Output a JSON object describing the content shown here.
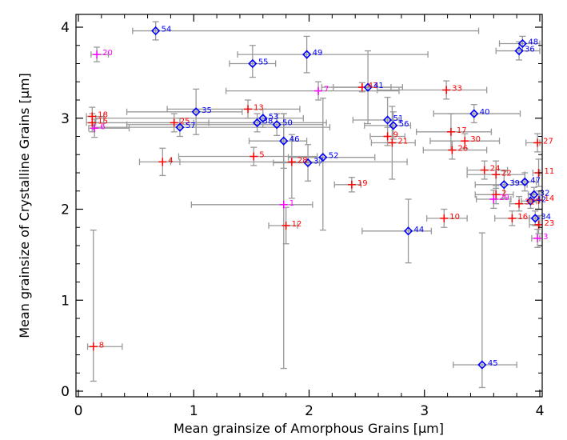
{
  "chart_data": {
    "type": "scatter",
    "title": "",
    "xlabel": "Mean grainsize of Amorphous Grains [μm]",
    "ylabel": "Mean grainsize of Crystalline Grains [μm]",
    "xlim": [
      0,
      4
    ],
    "ylim": [
      0,
      4
    ],
    "xticks": [
      "0",
      "1",
      "2",
      "3",
      "4"
    ],
    "yticks": [
      "0",
      "1",
      "2",
      "3",
      "4"
    ],
    "grid": false,
    "error_bar_color": "#999999",
    "series": [
      {
        "marker": "plus",
        "color": "#ff0000",
        "points": [
          {
            "label": "2",
            "x": 3.62,
            "y": 2.16,
            "xerr": [
              0.18,
              0.15
            ],
            "yerr": [
              0.1,
              0.1
            ]
          },
          {
            "label": "4",
            "x": 0.73,
            "y": 2.52,
            "xerr": [
              0.2,
              0.15
            ],
            "yerr": [
              0.15,
              0.15
            ]
          },
          {
            "label": "5",
            "x": 1.52,
            "y": 2.58,
            "xerr": [
              0.65,
              0.55
            ],
            "yerr": [
              0.1,
              0.1
            ]
          },
          {
            "label": "8",
            "x": 0.13,
            "y": 0.49,
            "xerr": [
              0.05,
              0.25
            ],
            "yerr": [
              0.38,
              1.28
            ]
          },
          {
            "label": "9",
            "x": 2.68,
            "y": 2.8,
            "xerr": [
              0.15,
              0.15
            ],
            "yerr": [
              0.1,
              0.1
            ]
          },
          {
            "label": "10",
            "x": 3.17,
            "y": 1.9,
            "xerr": [
              0.15,
              0.2
            ],
            "yerr": [
              0.1,
              0.1
            ]
          },
          {
            "label": "12",
            "x": 1.8,
            "y": 1.82,
            "xerr": [
              0.15,
              0.1
            ],
            "yerr": [
              0.2,
              0.2
            ]
          },
          {
            "label": "13",
            "x": 1.47,
            "y": 3.1,
            "xerr": [
              0.7,
              0.45
            ],
            "yerr": [
              0.1,
              0.1
            ]
          },
          {
            "label": "15",
            "x": 0.12,
            "y": 2.95,
            "xerr": [
              0.05,
              0.1
            ],
            "yerr": [
              0.1,
              0.1
            ]
          },
          {
            "label": "16",
            "x": 3.76,
            "y": 1.9,
            "xerr": [
              0.15,
              0.15
            ],
            "yerr": [
              0.08,
              0.08
            ]
          },
          {
            "label": "17",
            "x": 3.23,
            "y": 2.85,
            "xerr": [
              0.3,
              0.35
            ],
            "yerr": [
              0.2,
              0.2
            ]
          },
          {
            "label": "18",
            "x": 0.12,
            "y": 3.02,
            "xerr": [
              0.05,
              0.1
            ],
            "yerr": [
              0.1,
              0.1
            ]
          },
          {
            "label": "19",
            "x": 2.37,
            "y": 2.27,
            "xerr": [
              0.15,
              0.08
            ],
            "yerr": [
              0.08,
              0.08
            ]
          },
          {
            "label": "21",
            "x": 2.72,
            "y": 2.73,
            "xerr": [
              0.18,
              0.2
            ],
            "yerr": [
              0.4,
              0.4
            ]
          },
          {
            "label": "22",
            "x": 3.62,
            "y": 2.38,
            "xerr": [
              0.25,
              0.25
            ],
            "yerr": [
              0.15,
              0.15
            ]
          },
          {
            "label": "24",
            "x": 3.52,
            "y": 2.43,
            "xerr": [
              0.15,
              0.2
            ],
            "yerr": [
              0.1,
              0.1
            ]
          },
          {
            "label": "25",
            "x": 0.83,
            "y": 2.95,
            "xerr": [
              0.68,
              0.3
            ],
            "yerr": [
              0.1,
              0.1
            ]
          },
          {
            "label": "26",
            "x": 3.24,
            "y": 2.65,
            "xerr": [
              0.25,
              0.3
            ],
            "yerr": [
              0.1,
              0.1
            ]
          },
          {
            "label": "27",
            "x": 3.98,
            "y": 2.73,
            "xerr": [
              0.1,
              0.02
            ],
            "yerr": [
              0.1,
              0.1
            ]
          },
          {
            "label": "28",
            "x": 1.85,
            "y": 2.52,
            "xerr": [
              1.05,
              1.0
            ],
            "yerr": [
              0.4,
              0.3
            ]
          },
          {
            "label": "30",
            "x": 3.35,
            "y": 2.75,
            "xerr": [
              0.3,
              0.3
            ],
            "yerr": [
              0.08,
              0.08
            ]
          },
          {
            "label": "33",
            "x": 3.19,
            "y": 3.31,
            "xerr": [
              0.6,
              0.35
            ],
            "yerr": [
              0.1,
              0.1
            ]
          },
          {
            "label": "11",
            "x": 3.99,
            "y": 2.4,
            "xerr": [
              0.05,
              0.01
            ],
            "yerr": [
              0.15,
              0.15
            ]
          },
          {
            "label": "23",
            "x": 3.99,
            "y": 1.83,
            "xerr": [
              0.08,
              0.01
            ],
            "yerr": [
              0.1,
              0.1
            ]
          },
          {
            "label": "14",
            "x": 3.99,
            "y": 2.1,
            "xerr": [
              0.08,
              0.01
            ],
            "yerr": [
              0.1,
              0.1
            ]
          },
          {
            "label": "43",
            "x": 2.46,
            "y": 3.34,
            "xerr": [
              0.35,
              0.25
            ],
            "yerr": [
              0.05,
              0.05
            ]
          },
          {
            "label": "31",
            "x": 3.82,
            "y": 2.06,
            "xerr": [
              0.08,
              0.1
            ],
            "yerr": [
              0.08,
              0.08
            ]
          }
        ]
      },
      {
        "marker": "plus",
        "color": "#ff00ff",
        "points": [
          {
            "label": "1",
            "x": 1.78,
            "y": 2.05,
            "xerr": [
              0.8,
              0.25
            ],
            "yerr": [
              1.8,
              1.0
            ]
          },
          {
            "label": "3",
            "x": 3.98,
            "y": 1.68,
            "xerr": [
              0.05,
              0.02
            ],
            "yerr": [
              0.1,
              0.1
            ]
          },
          {
            "label": "6",
            "x": 0.14,
            "y": 2.89,
            "xerr": [
              0.05,
              0.3
            ],
            "yerr": [
              0.1,
              0.1
            ]
          },
          {
            "label": "7",
            "x": 2.08,
            "y": 3.3,
            "xerr": [
              0.8,
              0.7
            ],
            "yerr": [
              0.1,
              0.1
            ]
          },
          {
            "label": "20",
            "x": 0.16,
            "y": 3.7,
            "xerr": [
              0.05,
              0.1
            ],
            "yerr": [
              0.08,
              0.08
            ]
          },
          {
            "label": "29",
            "x": 3.6,
            "y": 2.11,
            "xerr": [
              0.15,
              0.15
            ],
            "yerr": [
              0.1,
              0.1
            ]
          }
        ]
      },
      {
        "marker": "diamond",
        "color": "#0000ff",
        "points": [
          {
            "label": "32",
            "x": 3.95,
            "y": 2.16,
            "xerr": [
              0.05,
              0.05
            ],
            "yerr": [
              0.08,
              0.08
            ]
          },
          {
            "label": "34",
            "x": 3.96,
            "y": 1.9,
            "xerr": [
              0.05,
              0.04
            ],
            "yerr": [
              0.08,
              0.08
            ]
          },
          {
            "label": "35",
            "x": 1.02,
            "y": 3.07,
            "xerr": [
              0.6,
              0.4
            ],
            "yerr": [
              0.25,
              0.25
            ]
          },
          {
            "label": "36",
            "x": 3.82,
            "y": 3.74,
            "xerr": [
              0.2,
              0.18
            ],
            "yerr": [
              0.1,
              0.1
            ]
          },
          {
            "label": "37",
            "x": 1.99,
            "y": 2.51,
            "xerr": [
              0.3,
              0.1
            ],
            "yerr": [
              0.2,
              0.2
            ]
          },
          {
            "label": "39",
            "x": 3.69,
            "y": 2.27,
            "xerr": [
              0.25,
              0.2
            ],
            "yerr": [
              0.15,
              0.15
            ]
          },
          {
            "label": "40",
            "x": 3.43,
            "y": 3.05,
            "xerr": [
              0.35,
              0.4
            ],
            "yerr": [
              0.1,
              0.1
            ]
          },
          {
            "label": "41",
            "x": 2.51,
            "y": 3.34,
            "xerr": [
              0.3,
              0.3
            ],
            "yerr": [
              0.4,
              0.4
            ]
          },
          {
            "label": "44",
            "x": 2.86,
            "y": 1.76,
            "xerr": [
              0.4,
              0.2
            ],
            "yerr": [
              0.35,
              0.35
            ]
          },
          {
            "label": "45",
            "x": 3.5,
            "y": 0.29,
            "xerr": [
              0.25,
              0.3
            ],
            "yerr": [
              0.25,
              1.45
            ]
          },
          {
            "label": "46",
            "x": 1.78,
            "y": 2.75,
            "xerr": [
              0.3,
              0.2
            ],
            "yerr": [
              0.3,
              0.3
            ]
          },
          {
            "label": "47",
            "x": 3.87,
            "y": 2.3,
            "xerr": [
              0.1,
              0.1
            ],
            "yerr": [
              0.1,
              0.1
            ]
          },
          {
            "label": "48",
            "x": 3.85,
            "y": 3.82,
            "xerr": [
              0.2,
              0.15
            ],
            "yerr": [
              0.08,
              0.08
            ]
          },
          {
            "label": "49",
            "x": 1.98,
            "y": 3.7,
            "xerr": [
              0.6,
              1.05
            ],
            "yerr": [
              0.2,
              0.2
            ]
          },
          {
            "label": "50",
            "x": 1.72,
            "y": 2.93,
            "xerr": [
              1.3,
              0.4
            ],
            "yerr": [
              0.12,
              0.12
            ]
          },
          {
            "label": "51",
            "x": 2.68,
            "y": 2.98,
            "xerr": [
              0.3,
              0.1
            ],
            "yerr": [
              0.25,
              0.25
            ]
          },
          {
            "label": "52",
            "x": 2.12,
            "y": 2.57,
            "xerr": [
              0.3,
              0.45
            ],
            "yerr": [
              0.8,
              0.65
            ]
          },
          {
            "label": "53",
            "x": 1.6,
            "y": 3.0,
            "xerr": [
              1.45,
              0.35
            ],
            "yerr": [
              0.1,
              0.1
            ]
          },
          {
            "label": "54",
            "x": 0.67,
            "y": 3.96,
            "xerr": [
              0.2,
              2.8
            ],
            "yerr": [
              0.1,
              0.1
            ]
          },
          {
            "label": "55",
            "x": 1.51,
            "y": 3.6,
            "xerr": [
              0.2,
              0.2
            ],
            "yerr": [
              0.15,
              0.2
            ]
          },
          {
            "label": "56",
            "x": 2.73,
            "y": 2.92,
            "xerr": [
              0.25,
              0.15
            ],
            "yerr": [
              0.15,
              0.15
            ]
          },
          {
            "label": "57",
            "x": 0.88,
            "y": 2.9,
            "xerr": [
              0.75,
              1.3
            ],
            "yerr": [
              0.1,
              0.1
            ]
          },
          {
            "label": "42",
            "x": 3.92,
            "y": 2.09,
            "xerr": [
              0.08,
              0.05
            ],
            "yerr": [
              0.08,
              0.08
            ]
          },
          {
            "label": "38",
            "x": 1.55,
            "y": 2.95,
            "xerr": [
              0.55,
              0.6
            ],
            "yerr": [
              0.1,
              0.1
            ]
          }
        ]
      }
    ]
  }
}
